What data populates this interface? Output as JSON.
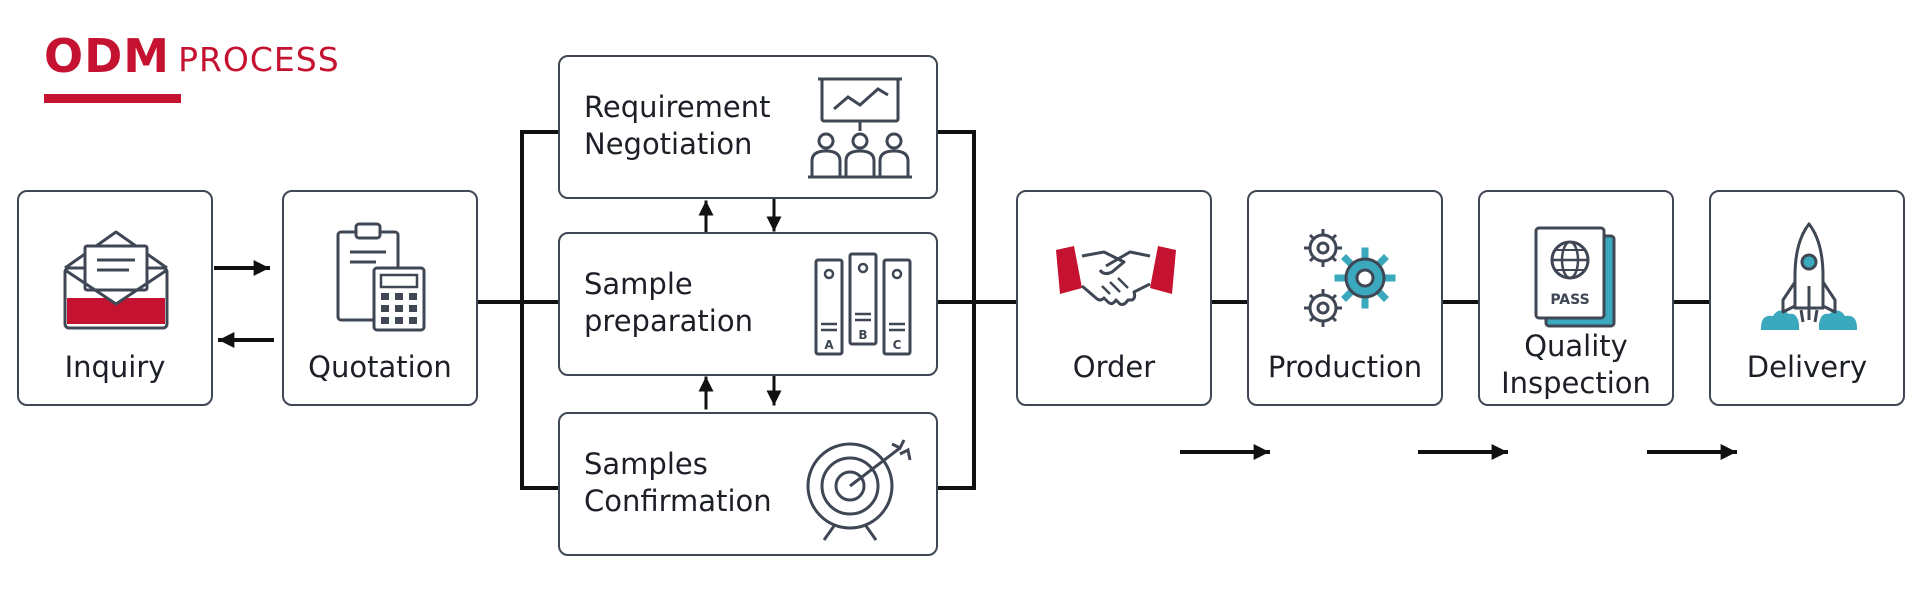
{
  "brand": {
    "main": "ODM",
    "sub": "PROCESS"
  },
  "colors": {
    "accent": "#c41230",
    "outline": "#3f4755",
    "teal": "#3aa9bd",
    "text": "#1c1f26"
  },
  "steps": [
    {
      "id": "inquiry",
      "label": "Inquiry",
      "icon": "envelope-icon"
    },
    {
      "id": "quotation",
      "label": "Quotation",
      "icon": "clipboard-calculator-icon"
    },
    {
      "id": "negotiation",
      "label": "Requirement\nNegotiation",
      "icon": "presentation-audience-icon"
    },
    {
      "id": "sample_prep",
      "label": "Sample\npreparation",
      "icon": "binders-icon"
    },
    {
      "id": "confirmation",
      "label": "Samples\nConfirmation",
      "icon": "target-arrow-icon"
    },
    {
      "id": "order",
      "label": "Order",
      "icon": "handshake-icon"
    },
    {
      "id": "production",
      "label": "Production",
      "icon": "gears-icon"
    },
    {
      "id": "inspection",
      "label": "Quality\nInspection",
      "icon": "passport-icon"
    },
    {
      "id": "delivery",
      "label": "Delivery",
      "icon": "rocket-icon"
    }
  ],
  "binder_letters": [
    "A",
    "B",
    "C"
  ],
  "passport_text": "PASS"
}
